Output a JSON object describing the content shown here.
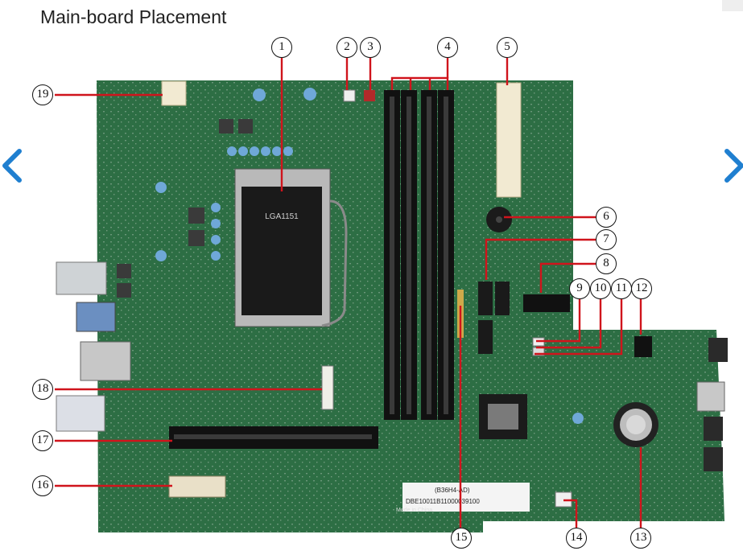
{
  "title": "Main-board Placement",
  "nav": {
    "prev_icon": "chevron-left-icon",
    "next_icon": "chevron-right-icon",
    "arrow_color": "#1f7fd0"
  },
  "colors": {
    "board": "#2c6e43",
    "board_dark": "#1f5532",
    "leader": "#d0141c",
    "slot": "#111111"
  },
  "board_labels": {
    "socket": "LGA1151",
    "model": "(B36H4-AD)",
    "serial": "DBE10011B11000039100",
    "made_in": "Made in China"
  },
  "callouts": [
    "1",
    "2",
    "3",
    "4",
    "5",
    "6",
    "7",
    "8",
    "9",
    "10",
    "11",
    "12",
    "13",
    "14",
    "15",
    "16",
    "17",
    "18",
    "19"
  ]
}
